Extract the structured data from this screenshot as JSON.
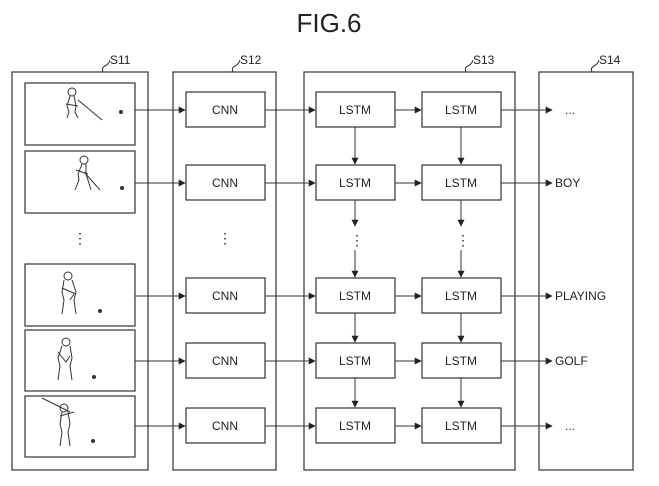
{
  "figure": {
    "title": "FIG.6"
  },
  "steps": {
    "frames": "S11",
    "cnn": "S12",
    "lstm": "S13",
    "output": "S14"
  },
  "rows": [
    {
      "cnn": "CNN",
      "lstm1": "LSTM",
      "lstm2": "LSTM",
      "output": "..."
    },
    {
      "cnn": "CNN",
      "lstm1": "LSTM",
      "lstm2": "LSTM",
      "output": "BOY"
    },
    {
      "cnn": "CNN",
      "lstm1": "LSTM",
      "lstm2": "LSTM",
      "output": "PLAYING"
    },
    {
      "cnn": "CNN",
      "lstm1": "LSTM",
      "lstm2": "LSTM",
      "output": "GOLF"
    },
    {
      "cnn": "CNN",
      "lstm1": "LSTM",
      "lstm2": "LSTM",
      "output": "..."
    }
  ],
  "ellipsis": "⋮"
}
